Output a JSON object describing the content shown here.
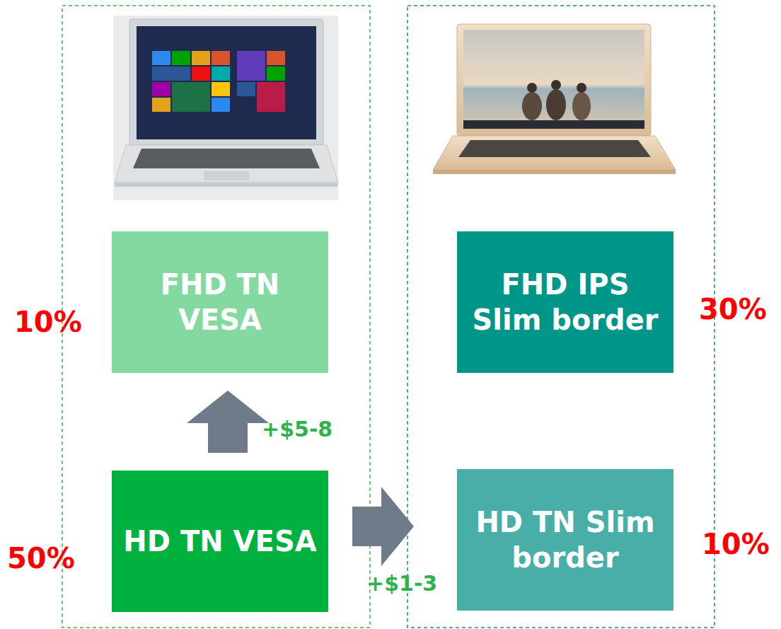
{
  "diagram": {
    "nodes": [
      {
        "text": [
          "FHD TN VESA"
        ]
      },
      {
        "text": [
          "FHD IPS Slim border"
        ]
      },
      {
        "text": [
          "HD TN VESA"
        ]
      },
      {
        "text": [
          "HD TN Slim border"
        ]
      }
    ],
    "edges": [
      {
        "from": 2,
        "to": 0,
        "arrow": "to",
        "label": "+$5-8"
      },
      {
        "from": 2,
        "to": 3,
        "arrow": "to",
        "label": "+$1-3"
      }
    ],
    "labels": [
      "10%",
      "30%",
      "50%",
      "10%"
    ]
  }
}
